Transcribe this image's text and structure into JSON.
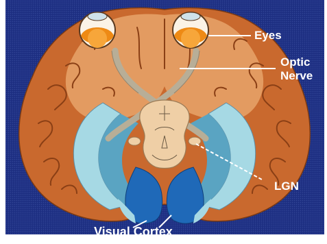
{
  "labels": {
    "eyes": "Eyes",
    "optic_line1": "Optic",
    "optic_line2": "Nerve",
    "lgn": "LGN",
    "visual_cortex": "Visual Cortex"
  },
  "colors": {
    "background": "#1f3288",
    "brain_outer": "#c9692e",
    "brain_inner": "#e7a56a",
    "optic_pathway": "#b8ae97",
    "midbrain": "#efcfa6",
    "radiation_light": "#a6d9e4",
    "radiation_mid": "#5aa4c2",
    "cortex_dark": "#1f69b8",
    "eye_iris": "#ee8a15",
    "label_text": "#ffffff"
  }
}
